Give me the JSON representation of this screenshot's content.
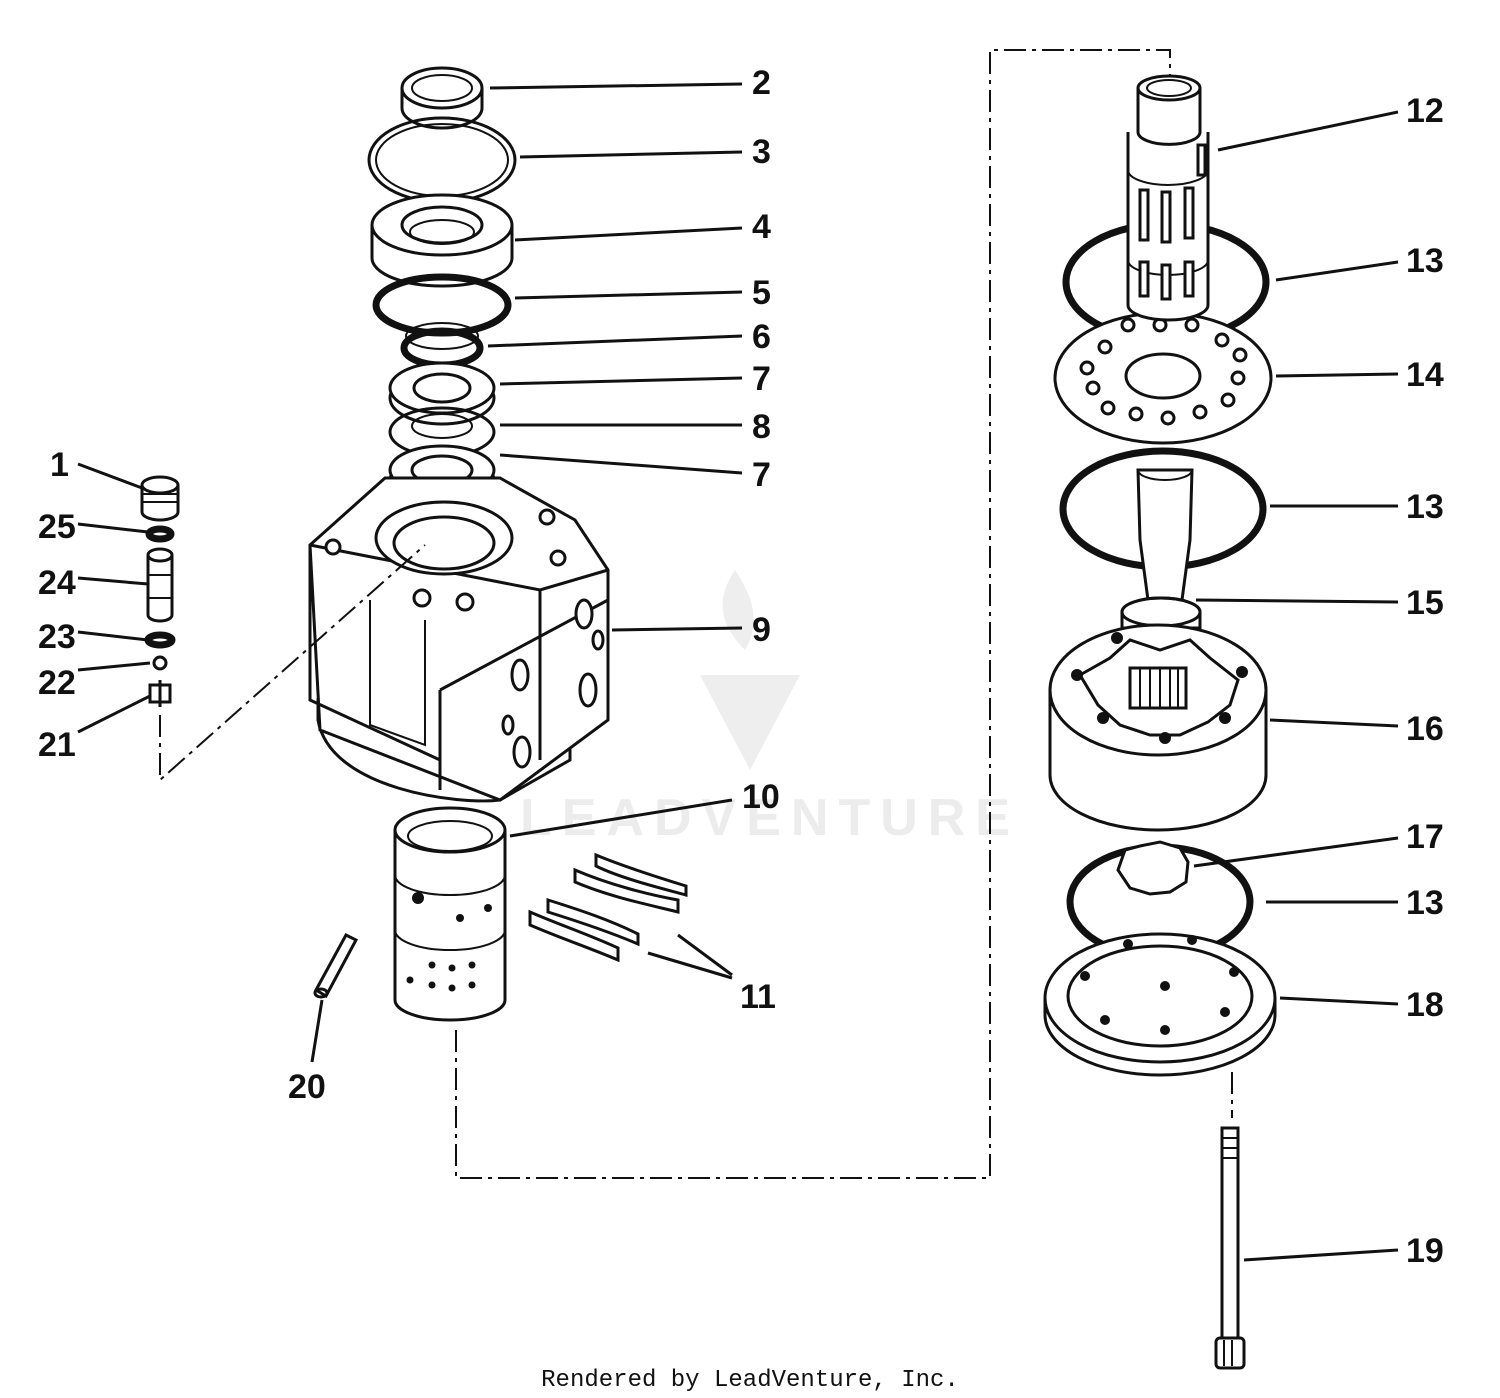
{
  "diagram": {
    "footer": "Rendered by LeadVenture, Inc.",
    "watermark": "LEADVENTURE",
    "callouts": [
      {
        "id": "c1",
        "label": "1"
      },
      {
        "id": "c2",
        "label": "2"
      },
      {
        "id": "c3",
        "label": "3"
      },
      {
        "id": "c4",
        "label": "4"
      },
      {
        "id": "c5",
        "label": "5"
      },
      {
        "id": "c6",
        "label": "6"
      },
      {
        "id": "c7a",
        "label": "7"
      },
      {
        "id": "c8",
        "label": "8"
      },
      {
        "id": "c7b",
        "label": "7"
      },
      {
        "id": "c9",
        "label": "9"
      },
      {
        "id": "c10",
        "label": "10"
      },
      {
        "id": "c11",
        "label": "11"
      },
      {
        "id": "c12",
        "label": "12"
      },
      {
        "id": "c13a",
        "label": "13"
      },
      {
        "id": "c14",
        "label": "14"
      },
      {
        "id": "c13b",
        "label": "13"
      },
      {
        "id": "c15",
        "label": "15"
      },
      {
        "id": "c16",
        "label": "16"
      },
      {
        "id": "c17",
        "label": "17"
      },
      {
        "id": "c13c",
        "label": "13"
      },
      {
        "id": "c18",
        "label": "18"
      },
      {
        "id": "c19",
        "label": "19"
      },
      {
        "id": "c20",
        "label": "20"
      },
      {
        "id": "c21",
        "label": "21"
      },
      {
        "id": "c22",
        "label": "22"
      },
      {
        "id": "c23",
        "label": "23"
      },
      {
        "id": "c24",
        "label": "24"
      },
      {
        "id": "c25",
        "label": "25"
      }
    ]
  }
}
